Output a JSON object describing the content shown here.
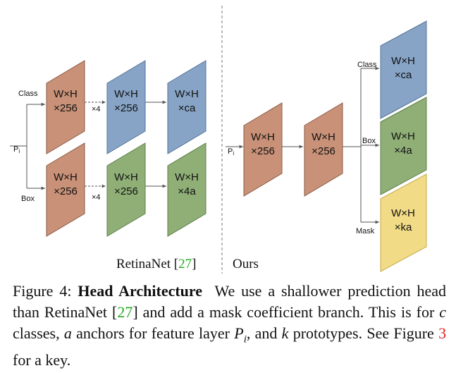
{
  "colors": {
    "orange_fill": "#c99177",
    "orange_edge": "#8a5b45",
    "blue_fill": "#87a4c6",
    "blue_edge": "#55759a",
    "green_fill": "#8faf77",
    "green_edge": "#5c7f48",
    "yellow_fill": "#f1db86",
    "yellow_edge": "#c7aa4c",
    "ref_green": "#22aa22",
    "ref_red": "#dd2222"
  },
  "retinanet": {
    "input_label": "P",
    "input_sub": "i",
    "class_label": "Class",
    "box_label": "Box",
    "class_row": [
      {
        "line1": "W×H",
        "line2": "×256"
      },
      {
        "line1": "W×H",
        "line2": "×256"
      },
      {
        "line1": "W×H",
        "line2": "×ca"
      }
    ],
    "box_row": [
      {
        "line1": "W×H",
        "line2": "×256"
      },
      {
        "line1": "W×H",
        "line2": "×256"
      },
      {
        "line1": "W×H",
        "line2": "×4a"
      }
    ],
    "repeat_label": "×4",
    "section_name": "RetinaNet",
    "section_ref": "27",
    "section_open": "[",
    "section_close": "]"
  },
  "ours": {
    "input_label": "P",
    "input_sub": "i",
    "trunk": [
      {
        "line1": "W×H",
        "line2": "×256"
      },
      {
        "line1": "W×H",
        "line2": "×256"
      }
    ],
    "class_label": "Class",
    "box_label": "Box",
    "mask_label": "Mask",
    "class_head": {
      "line1": "W×H",
      "line2": "×ca"
    },
    "box_head": {
      "line1": "W×H",
      "line2": "×4a"
    },
    "mask_head": {
      "line1": "W×H",
      "line2": "×ka"
    },
    "section_name": "Ours"
  },
  "caption": {
    "fig_label": "Figure 4:",
    "title": "Head Architecture",
    "t1": "We use a shallower prediction head than RetinaNet",
    "ref1_open": "[",
    "ref1": "27",
    "ref1_close": "]",
    "t2": "and add a mask coefficient branch. This is for",
    "var_c": "c",
    "t3": "classes,",
    "var_a": "a",
    "t4": "anchors for feature layer",
    "var_p": "P",
    "var_p_sub": "i",
    "t5": ", and",
    "var_k": "k",
    "t6": "prototypes. See Figure",
    "ref2": "3",
    "t7": "for a key."
  }
}
